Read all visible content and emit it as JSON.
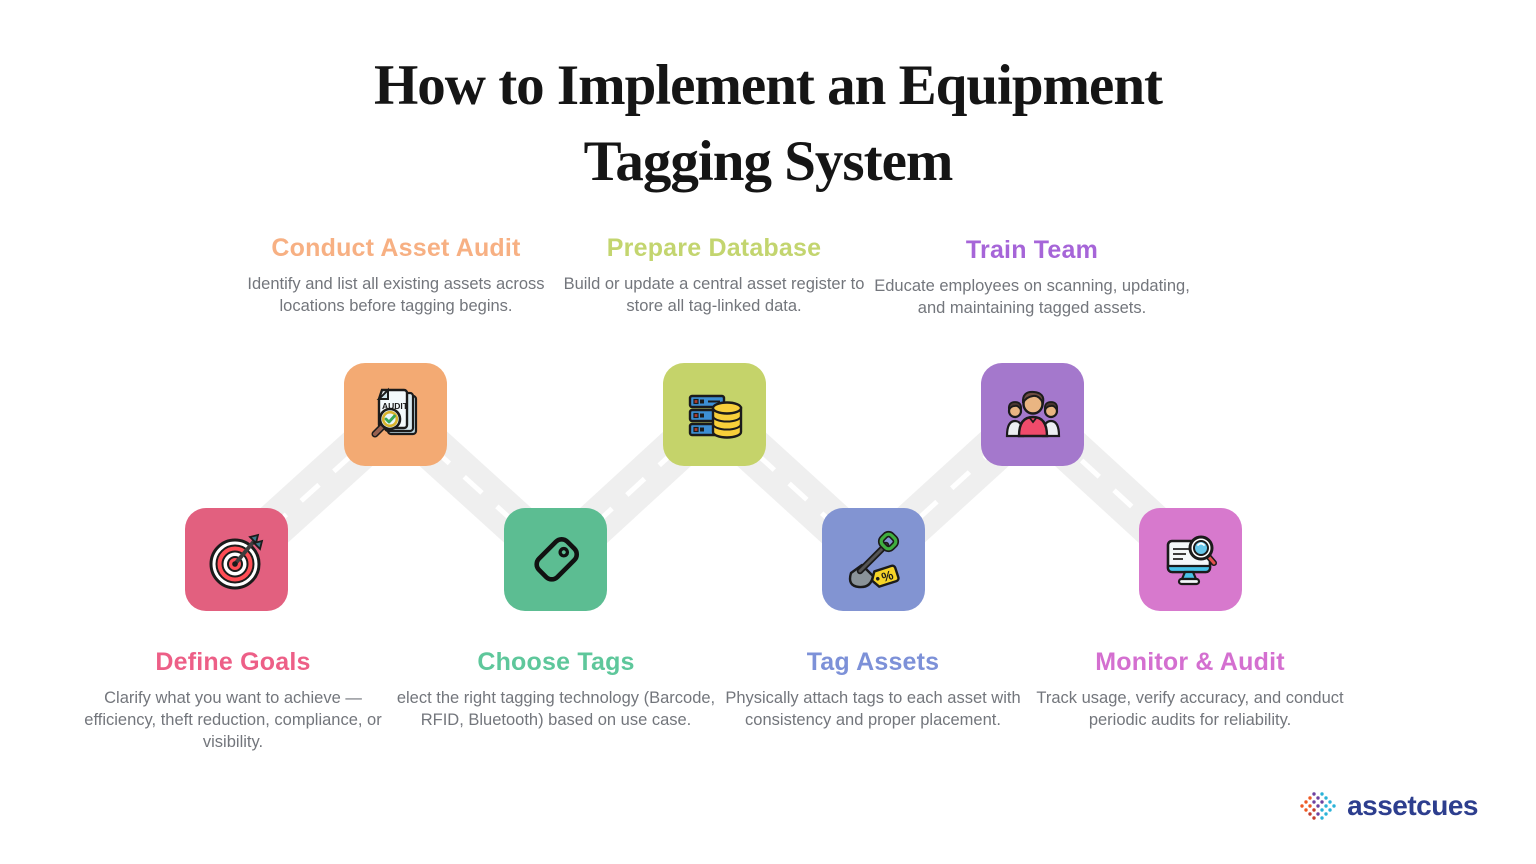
{
  "title": {
    "line1": "How to Implement an Equipment",
    "line2": "Tagging System"
  },
  "road": {
    "color": "#efefef",
    "dash_color": "#ffffff"
  },
  "steps": [
    {
      "label": "Define Goals",
      "description": "Clarify what you want to achieve — efficiency, theft reduction, compliance, or visibility.",
      "heading_color": "#ed5f87",
      "tile_color": "#e2607f",
      "icon": "target-icon",
      "row": "bottom"
    },
    {
      "label": "Conduct Asset Audit",
      "description": "Identify and list all existing assets across locations before tagging begins.",
      "heading_color": "#f7b083",
      "tile_color": "#f3aa73",
      "icon": "audit-document-icon",
      "icon_text": "AUDIT",
      "row": "top"
    },
    {
      "label": "Choose Tags",
      "description": "elect the right tagging technology (Barcode, RFID, Bluetooth) based on use case.",
      "heading_color": "#5ec79b",
      "tile_color": "#5cbd92",
      "icon": "tag-icon",
      "row": "bottom"
    },
    {
      "label": "Prepare Database",
      "description": "Build or update a central asset register to store all tag-linked data.",
      "heading_color": "#c3d56f",
      "tile_color": "#c5d36a",
      "icon": "database-icon",
      "row": "top"
    },
    {
      "label": "Tag Assets",
      "description": "Physically attach tags to each asset with consistency and proper placement.",
      "heading_color": "#7d91d8",
      "tile_color": "#8294d2",
      "icon": "shovel-price-tag-icon",
      "icon_text": "%",
      "row": "bottom"
    },
    {
      "label": "Train Team",
      "description": "Educate employees on scanning, updating, and maintaining tagged assets.",
      "heading_color": "#a665d8",
      "tile_color": "#a478cc",
      "icon": "team-people-icon",
      "row": "top"
    },
    {
      "label": "Monitor & Audit",
      "description": "Track usage, verify accuracy, and conduct periodic audits for reliability.",
      "heading_color": "#d46fd0",
      "tile_color": "#d779cd",
      "icon": "monitor-magnifier-icon",
      "row": "bottom"
    }
  ],
  "logo": {
    "text": "assetcues",
    "text_color": "#2d3e8e",
    "icon": "dotted-diamond-logo-icon",
    "dot_colors": [
      "#ef5a24",
      "#c43d2e",
      "#6f42a0",
      "#2bb3d8"
    ]
  }
}
